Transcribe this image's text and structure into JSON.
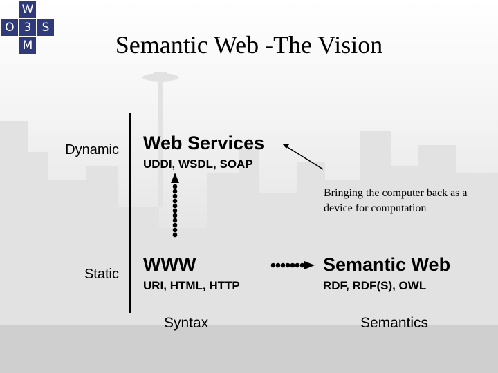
{
  "title": "Semantic Web -The Vision",
  "logo": {
    "top": "W",
    "left": "O",
    "center": "3",
    "right": "S",
    "bottom": "M"
  },
  "y_axis": {
    "top": "Dynamic",
    "bottom": "Static"
  },
  "x_axis": {
    "left": "Syntax",
    "right": "Semantics"
  },
  "cells": {
    "dynamic_syntax": {
      "title": "Web Services",
      "subtitle": "UDDI, WSDL, SOAP"
    },
    "static_syntax": {
      "title": "WWW",
      "subtitle": "URI, HTML, HTTP"
    },
    "static_semantics": {
      "title": "Semantic Web",
      "subtitle": "RDF, RDF(S), OWL"
    }
  },
  "annotation": "Bringing the computer back as a device for computation",
  "colors": {
    "logo": "#2f3a7a",
    "background_tint": "#d9d9d9"
  }
}
